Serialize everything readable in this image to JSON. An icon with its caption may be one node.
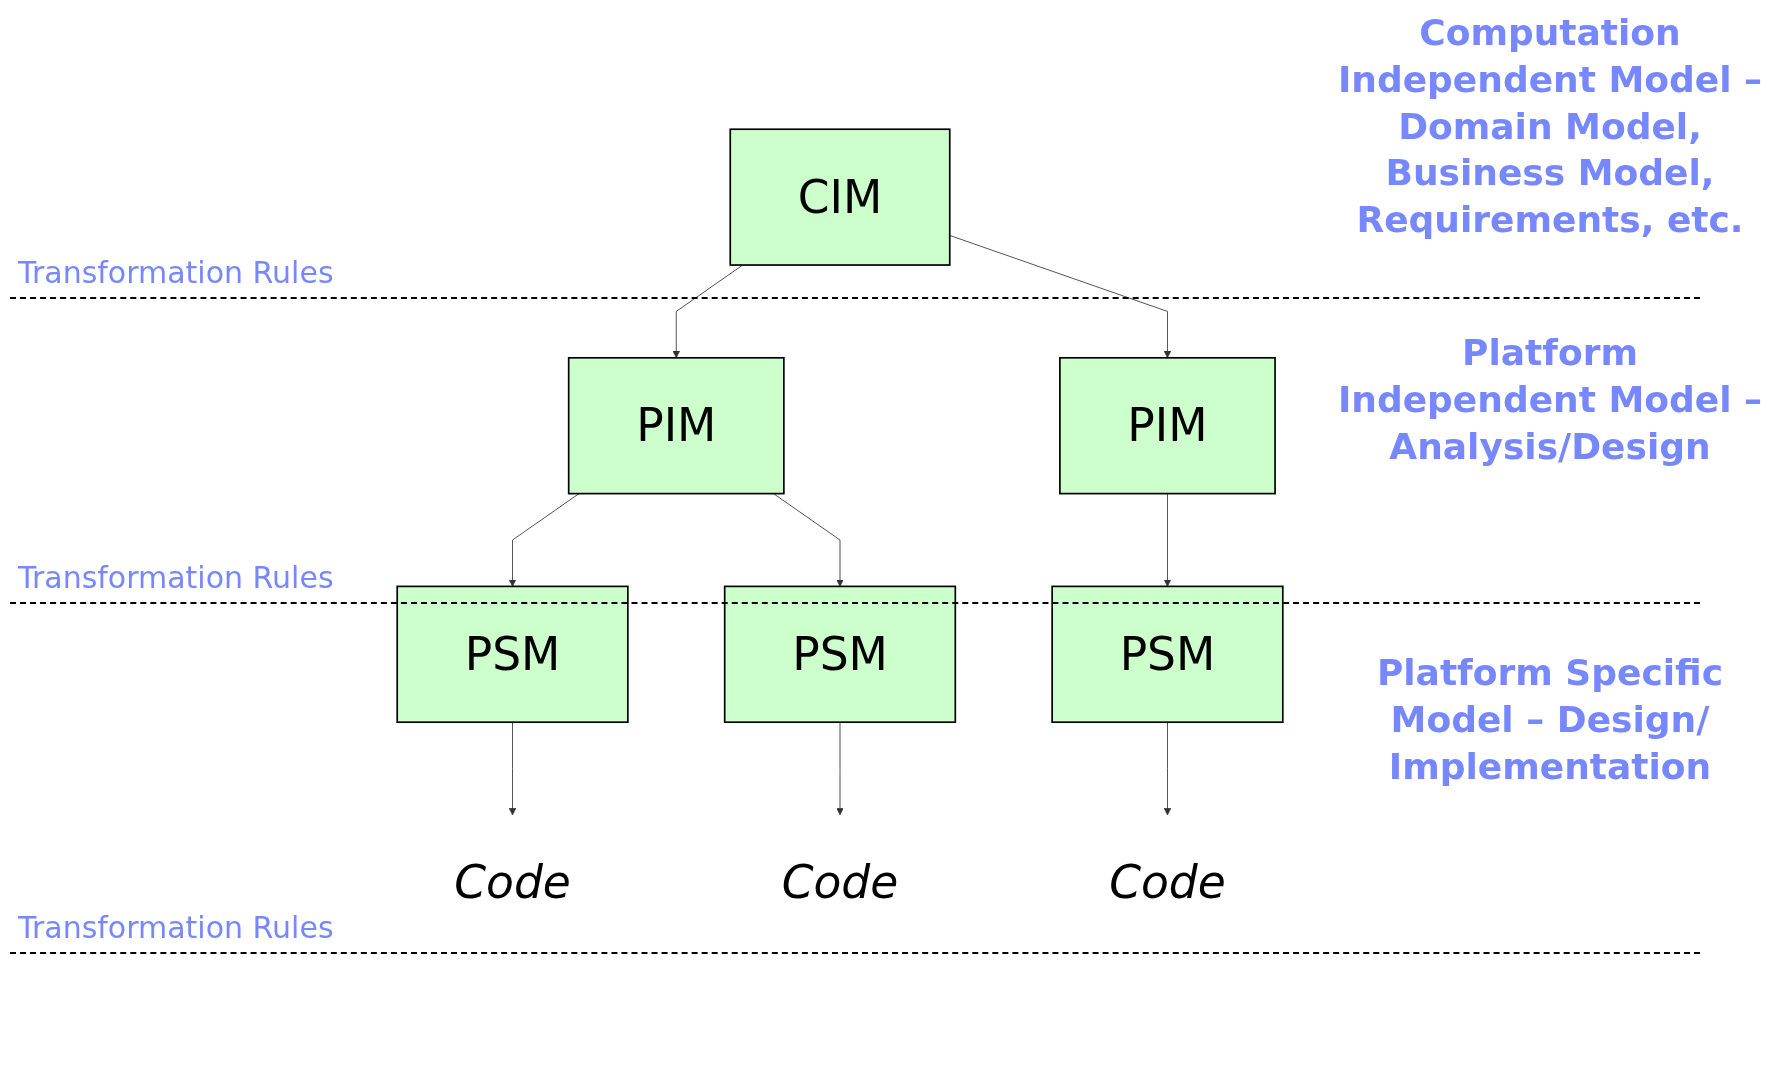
{
  "diagram": {
    "nodes": [
      {
        "text": [
          "CIM"
        ]
      },
      {
        "text": [
          "PIM"
        ]
      },
      {
        "text": [
          "PIM"
        ]
      },
      {
        "text": [
          "PSM"
        ]
      },
      {
        "text": [
          "PSM"
        ]
      },
      {
        "text": [
          "PSM"
        ]
      },
      {
        "text": [
          "Code"
        ]
      },
      {
        "text": [
          "Code"
        ]
      },
      {
        "text": [
          "Code"
        ]
      }
    ],
    "edges": [
      {
        "from": 0,
        "to": 1,
        "arrow": "to"
      },
      {
        "from": 0,
        "to": 2,
        "arrow": "to"
      },
      {
        "from": 1,
        "to": 3,
        "arrow": "to"
      },
      {
        "from": 1,
        "to": 4,
        "arrow": "to"
      },
      {
        "from": 2,
        "to": 5,
        "arrow": "to"
      },
      {
        "from": 3,
        "to": 6,
        "arrow": "to"
      },
      {
        "from": 4,
        "to": 7,
        "arrow": "to"
      },
      {
        "from": 5,
        "to": 8,
        "arrow": "to"
      }
    ],
    "labels": [
      "Computation Independent Model – Domain Model, Business Model, Requirements, etc.",
      "Transformation Rules",
      "Platform Independent Model – Analysis/Design",
      "Transformation Rules",
      "Platform Specific Model – Design/ Implementation",
      "Transformation Rules"
    ]
  }
}
